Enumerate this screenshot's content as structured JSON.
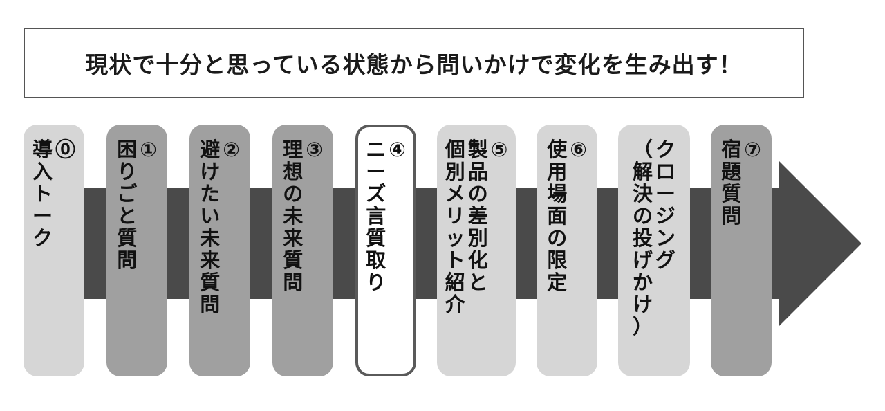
{
  "title": "現状で十分と思っている状態から問いかけで変化を生み出す！",
  "steps": [
    {
      "id": "0",
      "lines": [
        "⓪",
        "導入トーク"
      ],
      "style": "light"
    },
    {
      "id": "1",
      "lines": [
        "①",
        "困りごと質問"
      ],
      "style": "mid"
    },
    {
      "id": "2",
      "lines": [
        "②",
        "避けたい未来質問"
      ],
      "style": "mid"
    },
    {
      "id": "3",
      "lines": [
        "③",
        "理想の未来質問"
      ],
      "style": "mid"
    },
    {
      "id": "4",
      "lines": [
        "④",
        "ニーズ言質取り"
      ],
      "style": "white"
    },
    {
      "id": "5",
      "lines": [
        "⑤",
        "製品の差別化と",
        "個別メリット紹介"
      ],
      "style": "light"
    },
    {
      "id": "6",
      "lines": [
        "⑥",
        "使用場面の限定"
      ],
      "style": "light"
    },
    {
      "id": "7",
      "lines": [
        "クロージング",
        "（解決の投げかけ）"
      ],
      "style": "light"
    },
    {
      "id": "8",
      "lines": [
        "⑦",
        "宿題質問"
      ],
      "style": "mid"
    }
  ],
  "colors": {
    "arrow": "#4a4a4a",
    "step_light": "#d6d6d6",
    "step_mid": "#a0a0a0",
    "highlight_border": "#5a5a5a"
  }
}
